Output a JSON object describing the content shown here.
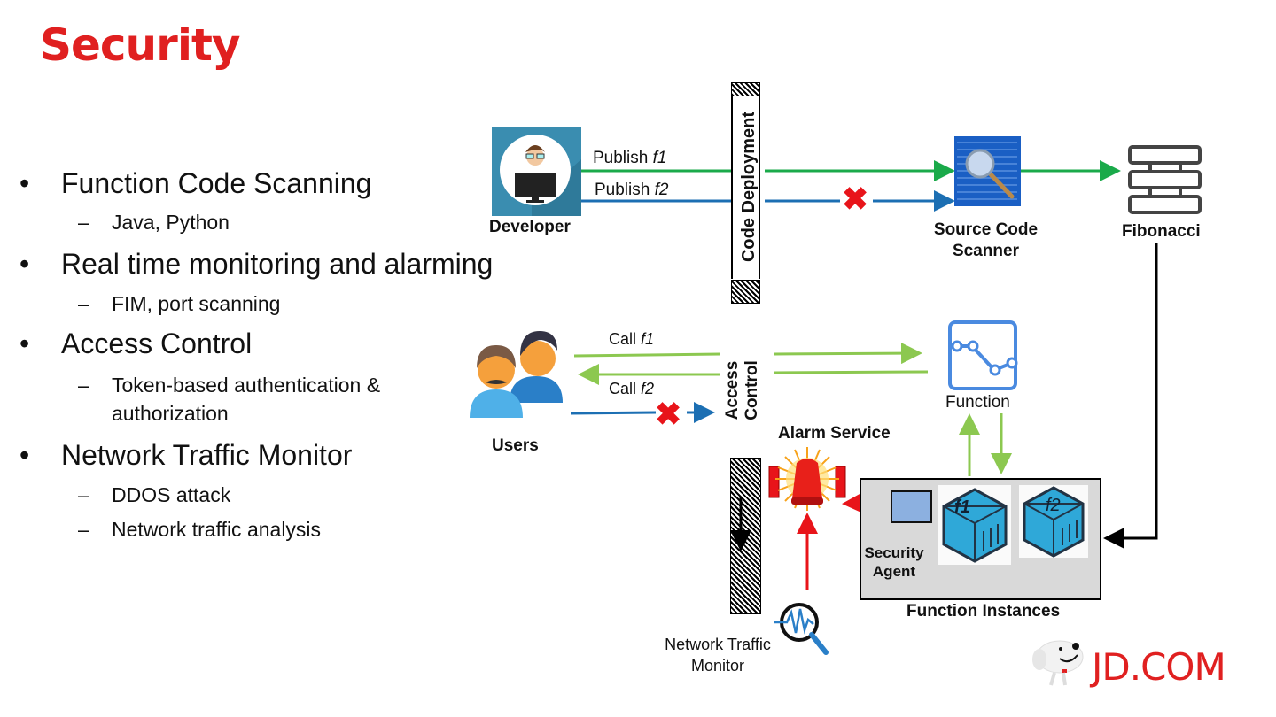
{
  "slide": {
    "title": "Security",
    "bullets": [
      {
        "label": "Function Code Scanning",
        "subs": [
          "Java, Python"
        ]
      },
      {
        "label": "Real time monitoring and alarming",
        "subs": [
          "FIM, port scanning"
        ]
      },
      {
        "label": "Access Control",
        "subs": [
          "Token-based authentication &",
          "authorization"
        ]
      },
      {
        "label": "Network Traffic Monitor",
        "subs": [
          "DDOS attack",
          "Network traffic analysis"
        ]
      }
    ],
    "bullet_glyph": "•",
    "sub_glyph": "–"
  },
  "diagram": {
    "developer": {
      "label": "Developer",
      "icon": "developer-icon"
    },
    "publish_f1": {
      "prefix": "Publish ",
      "fn": "f1"
    },
    "publish_f2": {
      "prefix": "Publish ",
      "fn": "f2"
    },
    "code_deployment": "Code Deployment",
    "source_code_scanner": {
      "line1": "Source Code",
      "line2": "Scanner",
      "icon": "magnifier-icon"
    },
    "fibonacci": {
      "label": "Fibonacci",
      "icon": "server-stack-icon"
    },
    "users": {
      "label": "Users",
      "icon": "users-icon"
    },
    "call_f1": {
      "prefix": "Call ",
      "fn": "f1"
    },
    "call_f2": {
      "prefix": "Call ",
      "fn": "f2"
    },
    "access_control": {
      "line1": "Access",
      "line2": "Control"
    },
    "function": {
      "label": "Function",
      "icon": "function-icon"
    },
    "alarm_service": {
      "label": "Alarm Service",
      "icon": "siren-icon"
    },
    "security_agent": {
      "line1": "Security",
      "line2": "Agent"
    },
    "function_instances": {
      "label": "Function Instances",
      "containers": [
        "f1",
        "f2"
      ]
    },
    "network_traffic_monitor": {
      "line1": "Network Traffic",
      "line2": "Monitor",
      "icon": "traffic-monitor-icon"
    },
    "blocked_symbol": "✖"
  },
  "brand": {
    "logo_text": "JD.COM",
    "mascot": "jd-dog-mascot"
  },
  "colors": {
    "title_red": "#e02020",
    "green_flow": "#1aaa4a",
    "blue_flow": "#1c6fb3",
    "light_green_flow": "#8cc850",
    "alarm_red": "#e8141a",
    "instances_bg": "#d9d9d9"
  }
}
